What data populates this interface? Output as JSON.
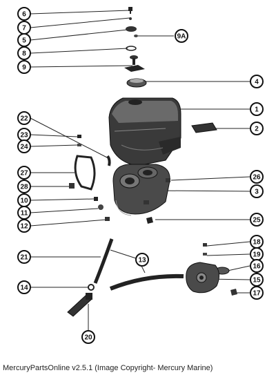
{
  "callouts": [
    "6",
    "7",
    "5",
    "9A",
    "8",
    "9",
    "4",
    "1",
    "2",
    "22",
    "23",
    "24",
    "27",
    "26",
    "28",
    "3",
    "10",
    "11",
    "12",
    "25",
    "18",
    "21",
    "13",
    "19",
    "16",
    "15",
    "14",
    "17",
    "20"
  ],
  "footer": "MercuryPartsOnline v2.5.1 (Image Copyright- Mercury Marine)"
}
